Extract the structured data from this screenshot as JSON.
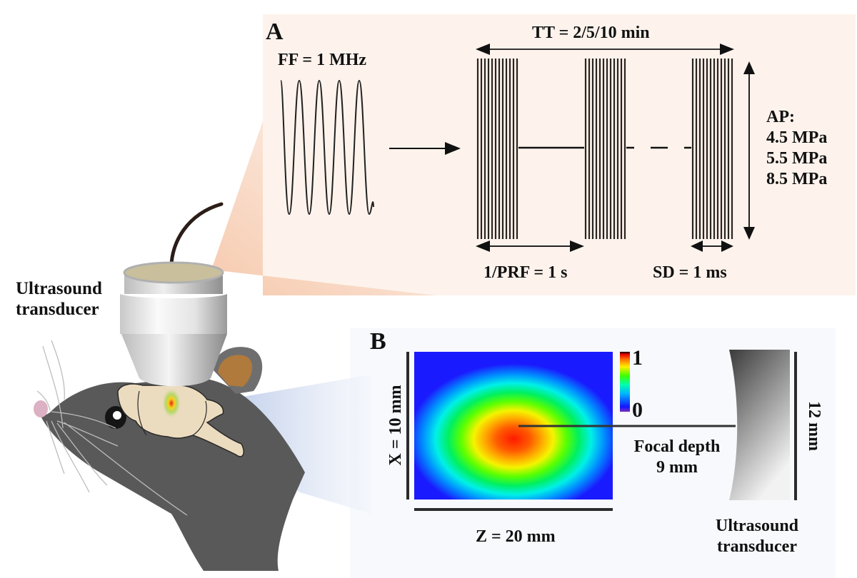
{
  "figure": {
    "panel_a": {
      "letter": "A",
      "carrier_label": "FF = 1 MHz",
      "total_time_label": "TT = 2/5/10 min",
      "prf_label": "1/PRF = 1 s",
      "sonication_duration_label": "SD = 1 ms",
      "acoustic_pressure": {
        "title": "AP:",
        "values": [
          "4.5 MPa",
          "5.5 MPa",
          "8.5 MPa"
        ]
      },
      "background_color": "#fdf3ec"
    },
    "panel_b": {
      "letter": "B",
      "x_dimension_label": "X = 10 mm",
      "z_dimension_label": "Z = 20 mm",
      "colorbar": {
        "max": "1",
        "min": "0",
        "colormap": "jet"
      },
      "focal_depth_label_line1": "Focal depth",
      "focal_depth_label_line2": "9 mm",
      "transducer_aperture_label": "12 mm",
      "transducer_label_line1": "Ultrasound",
      "transducer_label_line2": "transducer",
      "background_color": "#f7f9fc"
    },
    "left_illustration": {
      "transducer_label_line1": "Ultrasound",
      "transducer_label_line2": "transducer",
      "subject": "mouse head with brain and focused ultrasound spot"
    }
  }
}
